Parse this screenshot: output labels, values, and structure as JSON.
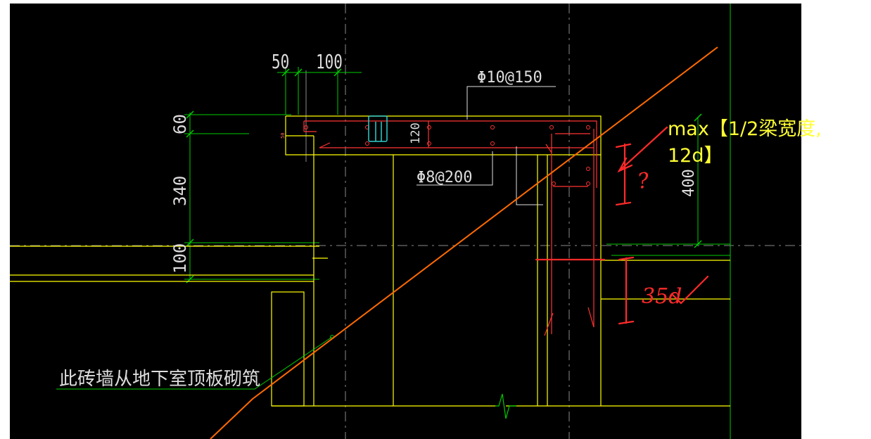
{
  "drawing": {
    "dimensions": {
      "top_50": "50",
      "top_100": "100",
      "left_60": "60",
      "left_340": "340",
      "left_100": "100",
      "right_400": "400",
      "inner_120": "120",
      "tiny_50": "50"
    },
    "rebar_labels": {
      "phi10_150": "Φ10@150",
      "phi8_200": "Φ8@200"
    },
    "wall_note": "此砖墙从地下室顶板砌筑",
    "handwritten": {
      "question": "?",
      "anchor_35d": "35d"
    },
    "callout": {
      "line1": "max【1/2梁宽度,",
      "line2": "12d】"
    },
    "colors": {
      "background": "#000000",
      "outline_yellow": "#ffff00",
      "dimension_green": "#00cc00",
      "rebar_red": "#ff3333",
      "section_orange": "#ff6a00",
      "leader_white": "#ffffff",
      "stirrup_cyan": "#33cccc",
      "callout_yellow": "#ffff33"
    }
  }
}
